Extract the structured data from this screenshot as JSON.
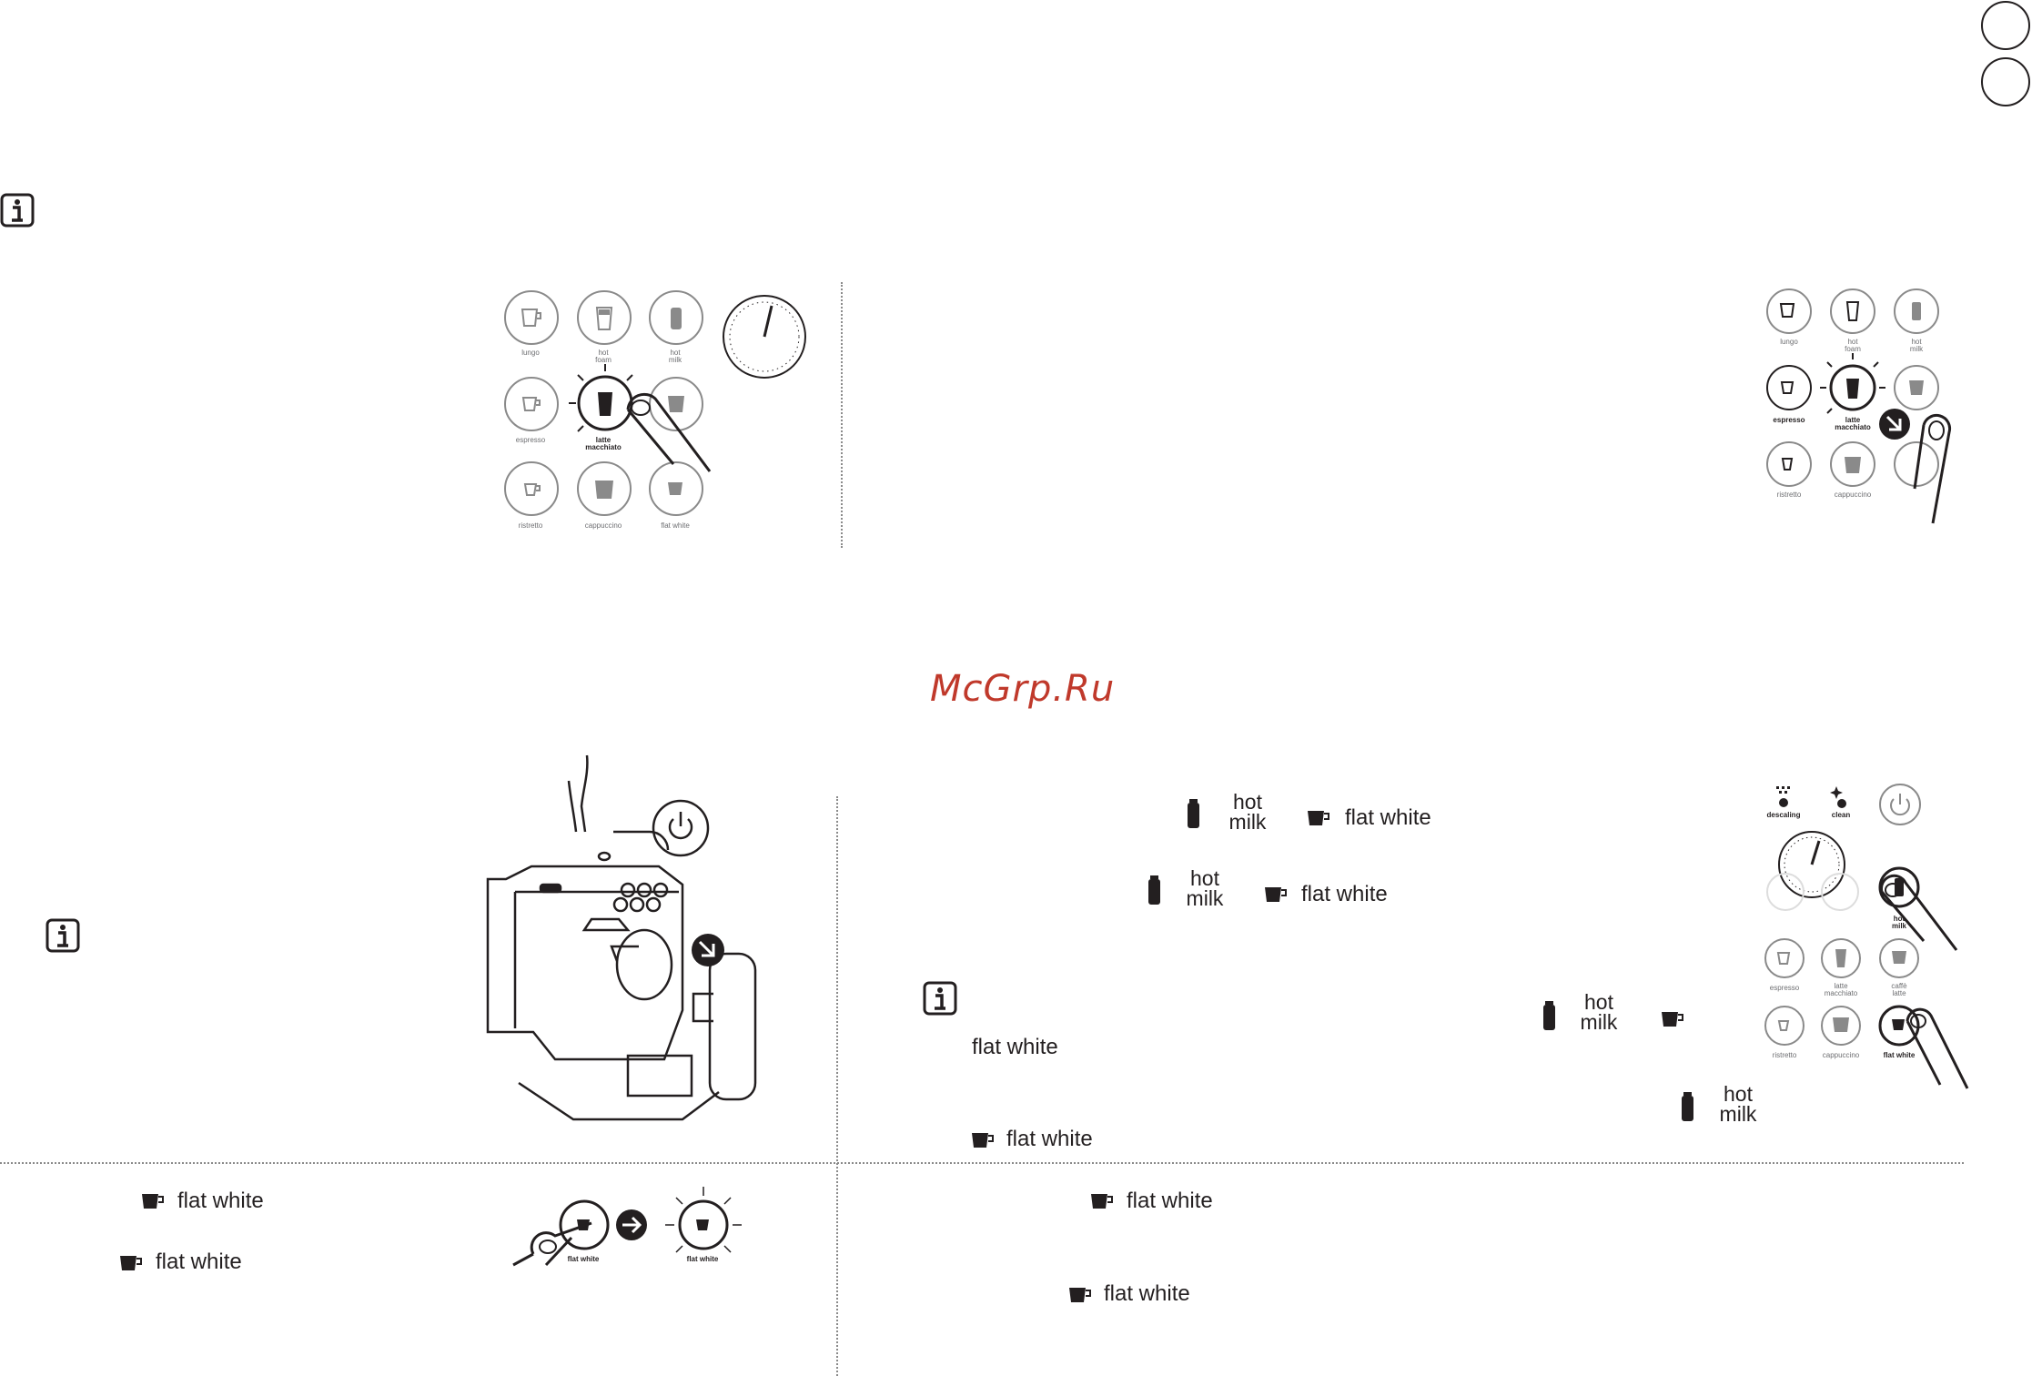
{
  "watermark": "McGrp.Ru",
  "panel_labels": {
    "lungo": "lungo",
    "hot_foam": "hot\nfoam",
    "hot_milk": "hot\nmilk",
    "espresso": "espresso",
    "latte_macchiato": "latte\nmacchiato",
    "caffe_latte": "caffè\nlatte",
    "ristretto": "ristretto",
    "cappuccino": "cappuccino",
    "flat_white": "flat white",
    "descaling": "descaling",
    "clean": "clean"
  },
  "text": {
    "hot": "hot",
    "milk": "milk",
    "flat_white": "flat white"
  },
  "icons": [
    "info-icon",
    "cup-icon",
    "milk-bottle-icon",
    "power-icon",
    "arrow-right-icon",
    "timer-dial-icon",
    "finger-press-icon"
  ],
  "colors": {
    "ink": "#231f20",
    "grey": "#8a8a8a",
    "watermark": "#c0392b"
  }
}
